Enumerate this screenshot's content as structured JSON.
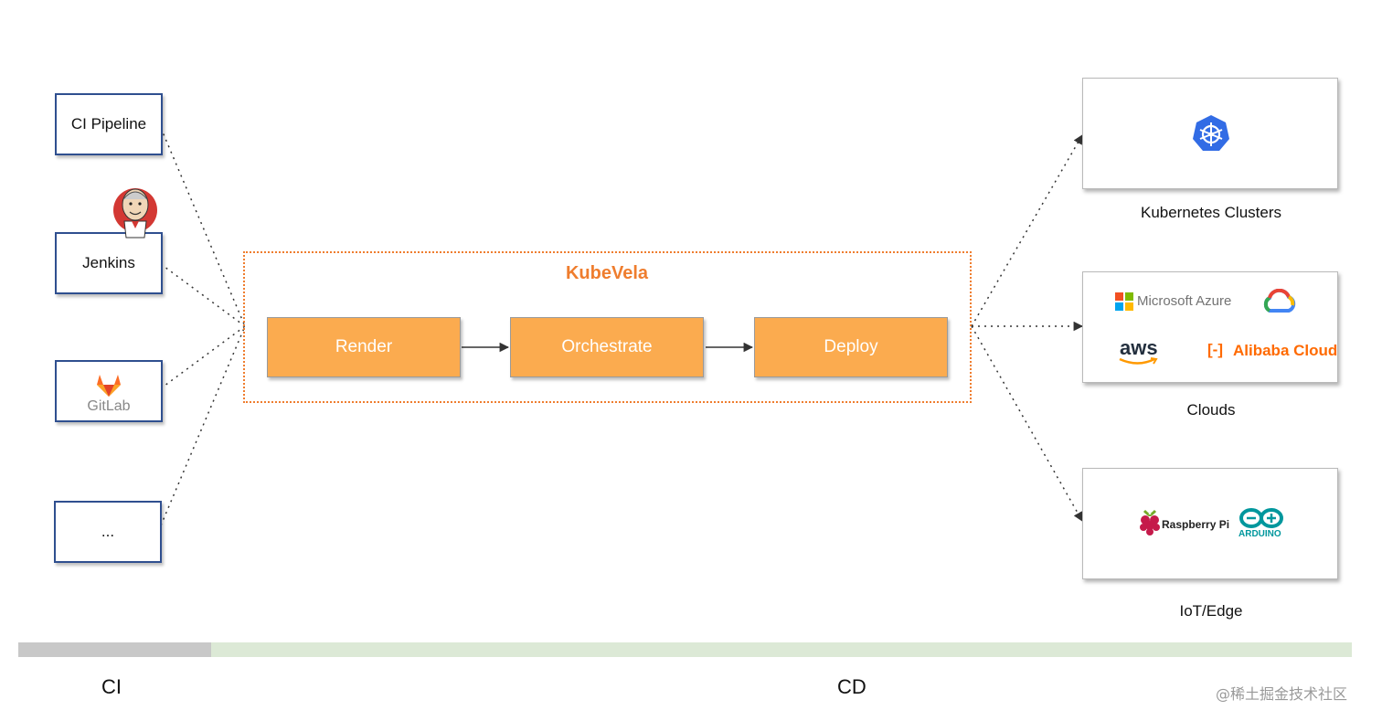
{
  "sources": [
    {
      "label": "CI Pipeline",
      "logo": null
    },
    {
      "label": "Jenkins",
      "logo": "jenkins-mascot-icon"
    },
    {
      "label": "",
      "logo": "gitlab-logo",
      "logo_text": "GitLab"
    },
    {
      "label": "...",
      "logo": null
    }
  ],
  "kubevela": {
    "title": "KubeVela",
    "stages": [
      "Render",
      "Orchestrate",
      "Deploy"
    ]
  },
  "targets": [
    {
      "label": "Kubernetes Clusters",
      "logos": [
        "kubernetes-icon"
      ]
    },
    {
      "label": "Clouds",
      "logos": [
        "microsoft-azure-logo",
        "google-cloud-icon",
        "aws-logo",
        "alibaba-cloud-logo"
      ],
      "logo_texts": {
        "azure": "Microsoft Azure",
        "aws": "aws",
        "alibaba": "Alibaba Cloud"
      }
    },
    {
      "label": "IoT/Edge",
      "logos": [
        "raspberry-pi-logo",
        "arduino-logo"
      ],
      "logo_texts": {
        "raspberry": "Raspberry Pi",
        "arduino": "ARDUINO"
      }
    }
  ],
  "phases": {
    "ci": "CI",
    "cd": "CD"
  },
  "colors": {
    "accent": "#ef7d2e",
    "stage_fill": "#fbab4f",
    "source_border": "#2f4f8f",
    "ci_bar": "#c8c8c8",
    "cd_bar": "#dce9d6"
  },
  "watermark": "@稀土掘金技术社区"
}
